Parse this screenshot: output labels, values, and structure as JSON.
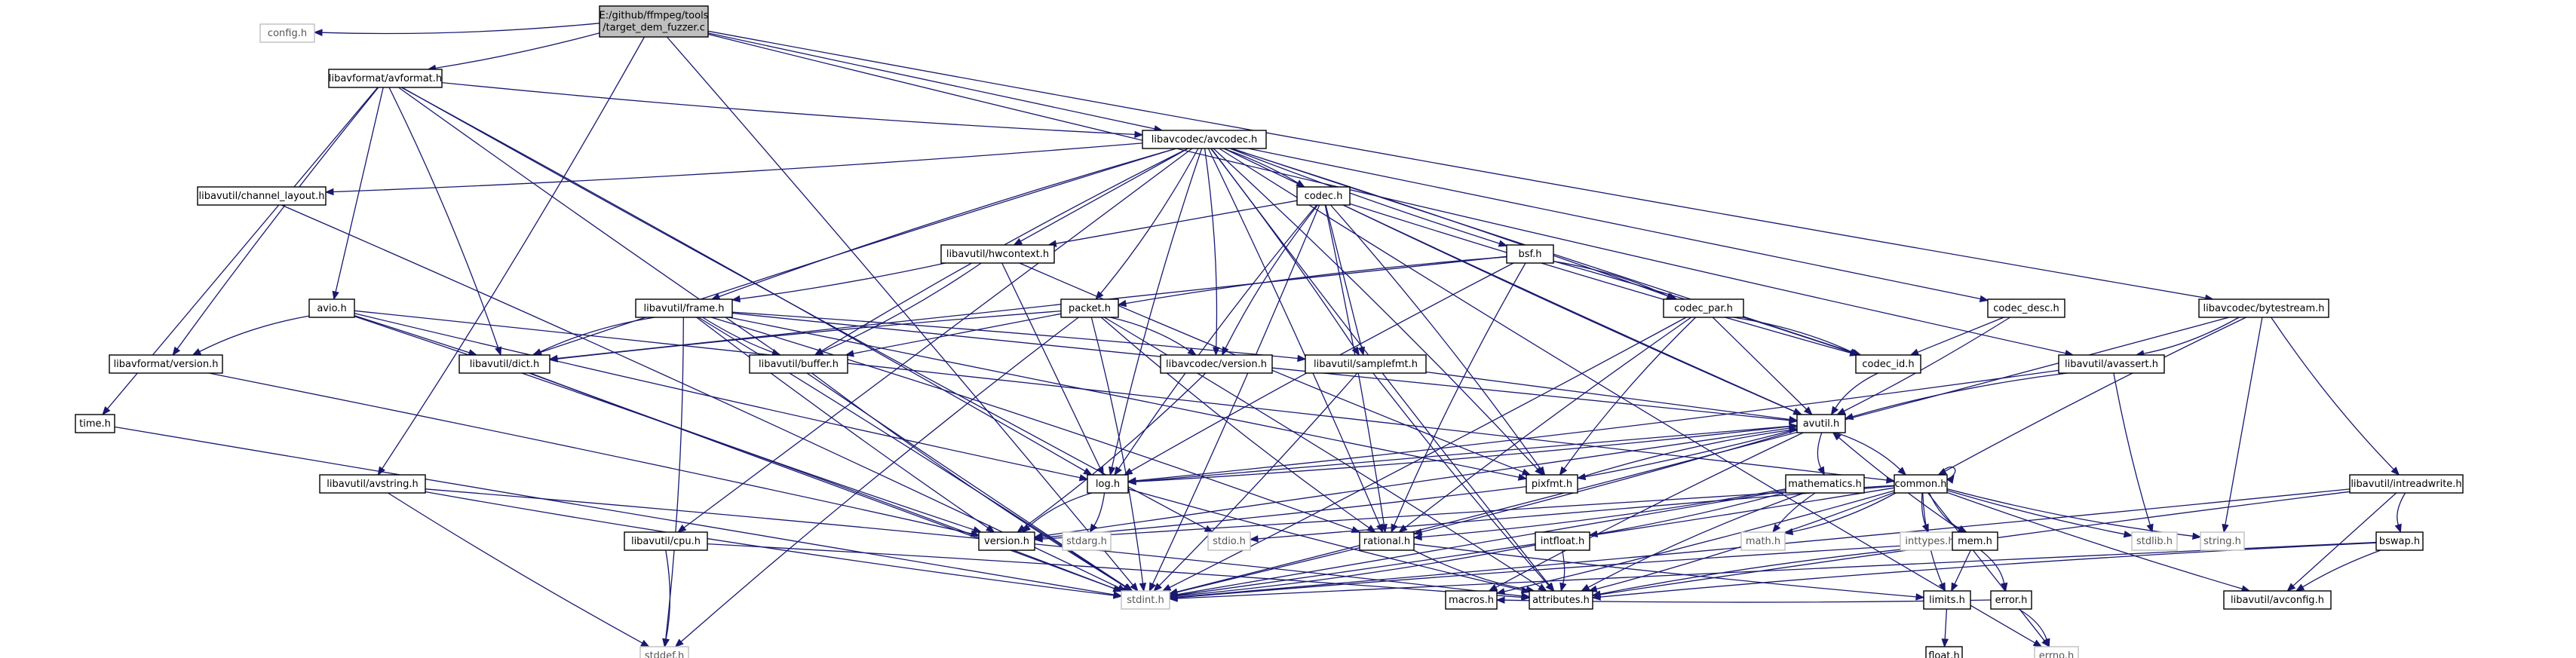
{
  "graph": {
    "colors": {
      "edge": "#191970",
      "node_border": "#000000",
      "external_border": "#bfbfbf",
      "root_fill": "#bfbfbf",
      "background": "#ffffff"
    },
    "nodes": [
      {
        "id": "root",
        "lines": [
          "E:/github/ffmpeg/tools",
          "/target_dem_fuzzer.c"
        ],
        "kind": "root"
      },
      {
        "id": "config",
        "lines": [
          "config.h"
        ],
        "kind": "external"
      },
      {
        "id": "avformat",
        "lines": [
          "libavformat/avformat.h"
        ],
        "kind": "linked"
      },
      {
        "id": "avcodec",
        "lines": [
          "libavcodec/avcodec.h"
        ],
        "kind": "linked"
      },
      {
        "id": "bytestream",
        "lines": [
          "libavcodec/bytestream.h"
        ],
        "kind": "linked"
      },
      {
        "id": "channel_layout",
        "lines": [
          "libavutil/channel_layout.h"
        ],
        "kind": "linked"
      },
      {
        "id": "codec",
        "lines": [
          "codec.h"
        ],
        "kind": "linked"
      },
      {
        "id": "hwcontext",
        "lines": [
          "libavutil/hwcontext.h"
        ],
        "kind": "linked"
      },
      {
        "id": "bsf",
        "lines": [
          "bsf.h"
        ],
        "kind": "linked"
      },
      {
        "id": "avio",
        "lines": [
          "avio.h"
        ],
        "kind": "linked"
      },
      {
        "id": "frame",
        "lines": [
          "libavutil/frame.h"
        ],
        "kind": "linked"
      },
      {
        "id": "packet",
        "lines": [
          "packet.h"
        ],
        "kind": "linked"
      },
      {
        "id": "codec_par",
        "lines": [
          "codec_par.h"
        ],
        "kind": "linked"
      },
      {
        "id": "codec_desc",
        "lines": [
          "codec_desc.h"
        ],
        "kind": "linked"
      },
      {
        "id": "avassert",
        "lines": [
          "libavutil/avassert.h"
        ],
        "kind": "linked"
      },
      {
        "id": "lavf_version",
        "lines": [
          "libavformat/version.h"
        ],
        "kind": "linked"
      },
      {
        "id": "dict",
        "lines": [
          "libavutil/dict.h"
        ],
        "kind": "linked"
      },
      {
        "id": "buffer",
        "lines": [
          "libavutil/buffer.h"
        ],
        "kind": "linked"
      },
      {
        "id": "lavc_version",
        "lines": [
          "libavcodec/version.h"
        ],
        "kind": "linked"
      },
      {
        "id": "samplefmt",
        "lines": [
          "libavutil/samplefmt.h"
        ],
        "kind": "linked"
      },
      {
        "id": "codec_id",
        "lines": [
          "codec_id.h"
        ],
        "kind": "linked"
      },
      {
        "id": "avutil",
        "lines": [
          "avutil.h"
        ],
        "kind": "linked"
      },
      {
        "id": "time",
        "lines": [
          "time.h"
        ],
        "kind": "linked"
      },
      {
        "id": "avstring",
        "lines": [
          "libavutil/avstring.h"
        ],
        "kind": "linked"
      },
      {
        "id": "log",
        "lines": [
          "log.h"
        ],
        "kind": "linked"
      },
      {
        "id": "pixfmt",
        "lines": [
          "pixfmt.h"
        ],
        "kind": "linked"
      },
      {
        "id": "mathematics",
        "lines": [
          "mathematics.h"
        ],
        "kind": "linked"
      },
      {
        "id": "common",
        "lines": [
          "common.h"
        ],
        "kind": "linked"
      },
      {
        "id": "intreadwrite",
        "lines": [
          "libavutil/intreadwrite.h"
        ],
        "kind": "linked"
      },
      {
        "id": "cpu",
        "lines": [
          "libavutil/cpu.h"
        ],
        "kind": "linked"
      },
      {
        "id": "version",
        "lines": [
          "version.h"
        ],
        "kind": "linked"
      },
      {
        "id": "stdarg",
        "lines": [
          "stdarg.h"
        ],
        "kind": "external"
      },
      {
        "id": "stdio",
        "lines": [
          "stdio.h"
        ],
        "kind": "external"
      },
      {
        "id": "rational",
        "lines": [
          "rational.h"
        ],
        "kind": "linked"
      },
      {
        "id": "intfloat",
        "lines": [
          "intfloat.h"
        ],
        "kind": "linked"
      },
      {
        "id": "math",
        "lines": [
          "math.h"
        ],
        "kind": "external"
      },
      {
        "id": "inttypes",
        "lines": [
          "inttypes.h"
        ],
        "kind": "external"
      },
      {
        "id": "mem",
        "lines": [
          "mem.h"
        ],
        "kind": "linked"
      },
      {
        "id": "stdlib",
        "lines": [
          "stdlib.h"
        ],
        "kind": "external"
      },
      {
        "id": "string",
        "lines": [
          "string.h"
        ],
        "kind": "external"
      },
      {
        "id": "bswap",
        "lines": [
          "bswap.h"
        ],
        "kind": "linked"
      },
      {
        "id": "stdint",
        "lines": [
          "stdint.h"
        ],
        "kind": "external"
      },
      {
        "id": "macros",
        "lines": [
          "macros.h"
        ],
        "kind": "linked"
      },
      {
        "id": "attributes",
        "lines": [
          "attributes.h"
        ],
        "kind": "linked"
      },
      {
        "id": "limits",
        "lines": [
          "limits.h"
        ],
        "kind": "linked"
      },
      {
        "id": "error",
        "lines": [
          "error.h"
        ],
        "kind": "linked"
      },
      {
        "id": "avconfig",
        "lines": [
          "libavutil/avconfig.h"
        ],
        "kind": "linked"
      },
      {
        "id": "float",
        "lines": [
          "float.h"
        ],
        "kind": "linked"
      },
      {
        "id": "errno",
        "lines": [
          "errno.h"
        ],
        "kind": "external"
      },
      {
        "id": "stddef",
        "lines": [
          "stddef.h"
        ],
        "kind": "external"
      }
    ],
    "edges": [
      [
        "root",
        "config"
      ],
      [
        "root",
        "avformat"
      ],
      [
        "root",
        "avcodec"
      ],
      [
        "root",
        "bytestream"
      ],
      [
        "root",
        "avassert"
      ],
      [
        "root",
        "avstring"
      ],
      [
        "root",
        "stdint"
      ],
      [
        "avformat",
        "time"
      ],
      [
        "avformat",
        "stdio"
      ],
      [
        "avformat",
        "avcodec"
      ],
      [
        "avformat",
        "dict"
      ],
      [
        "avformat",
        "log"
      ],
      [
        "avformat",
        "avio"
      ],
      [
        "avformat",
        "lavf_version"
      ],
      [
        "avformat",
        "stdint"
      ],
      [
        "avcodec",
        "channel_layout"
      ],
      [
        "avcodec",
        "codec"
      ],
      [
        "avcodec",
        "hwcontext"
      ],
      [
        "avcodec",
        "bsf"
      ],
      [
        "avcodec",
        "frame"
      ],
      [
        "avcodec",
        "packet"
      ],
      [
        "avcodec",
        "codec_par"
      ],
      [
        "avcodec",
        "codec_desc"
      ],
      [
        "avcodec",
        "dict"
      ],
      [
        "avcodec",
        "buffer"
      ],
      [
        "avcodec",
        "lavc_version"
      ],
      [
        "avcodec",
        "samplefmt"
      ],
      [
        "avcodec",
        "codec_id"
      ],
      [
        "avcodec",
        "avutil"
      ],
      [
        "avcodec",
        "log"
      ],
      [
        "avcodec",
        "pixfmt"
      ],
      [
        "avcodec",
        "rational"
      ],
      [
        "avcodec",
        "cpu"
      ],
      [
        "avcodec",
        "attributes"
      ],
      [
        "avcodec",
        "errno"
      ],
      [
        "channel_layout",
        "stdint"
      ],
      [
        "codec",
        "stdint"
      ],
      [
        "codec",
        "hwcontext"
      ],
      [
        "codec",
        "avutil"
      ],
      [
        "codec",
        "log"
      ],
      [
        "codec",
        "pixfmt"
      ],
      [
        "codec",
        "rational"
      ],
      [
        "codec",
        "samplefmt"
      ],
      [
        "codec",
        "codec_id"
      ],
      [
        "codec",
        "lavc_version"
      ],
      [
        "hwcontext",
        "buffer"
      ],
      [
        "hwcontext",
        "frame"
      ],
      [
        "hwcontext",
        "log"
      ],
      [
        "hwcontext",
        "pixfmt"
      ],
      [
        "bsf",
        "packet"
      ],
      [
        "bsf",
        "codec_par"
      ],
      [
        "bsf",
        "codec_id"
      ],
      [
        "bsf",
        "dict"
      ],
      [
        "bsf",
        "log"
      ],
      [
        "bsf",
        "rational"
      ],
      [
        "avio",
        "stdint"
      ],
      [
        "avio",
        "common"
      ],
      [
        "avio",
        "dict"
      ],
      [
        "avio",
        "log"
      ],
      [
        "avio",
        "lavf_version"
      ],
      [
        "frame",
        "stddef"
      ],
      [
        "frame",
        "stdint"
      ],
      [
        "frame",
        "avutil"
      ],
      [
        "frame",
        "buffer"
      ],
      [
        "frame",
        "dict"
      ],
      [
        "frame",
        "rational"
      ],
      [
        "frame",
        "samplefmt"
      ],
      [
        "frame",
        "pixfmt"
      ],
      [
        "frame",
        "version"
      ],
      [
        "packet",
        "stddef"
      ],
      [
        "packet",
        "stdint"
      ],
      [
        "packet",
        "attributes"
      ],
      [
        "packet",
        "buffer"
      ],
      [
        "packet",
        "dict"
      ],
      [
        "packet",
        "rational"
      ],
      [
        "packet",
        "lavc_version"
      ],
      [
        "codec_par",
        "stdint"
      ],
      [
        "codec_par",
        "avutil"
      ],
      [
        "codec_par",
        "rational"
      ],
      [
        "codec_par",
        "pixfmt"
      ],
      [
        "codec_par",
        "codec_id"
      ],
      [
        "codec_desc",
        "avutil"
      ],
      [
        "codec_desc",
        "codec_id"
      ],
      [
        "avassert",
        "stdlib"
      ],
      [
        "avassert",
        "avutil"
      ],
      [
        "avassert",
        "log"
      ],
      [
        "lavf_version",
        "version"
      ],
      [
        "dict",
        "stdint"
      ],
      [
        "dict",
        "version"
      ],
      [
        "buffer",
        "stdint"
      ],
      [
        "lavc_version",
        "version"
      ],
      [
        "samplefmt",
        "stdint"
      ],
      [
        "samplefmt",
        "avutil"
      ],
      [
        "samplefmt",
        "attributes"
      ],
      [
        "codec_id",
        "avutil"
      ],
      [
        "avutil",
        "common"
      ],
      [
        "avutil",
        "rational"
      ],
      [
        "avutil",
        "version"
      ],
      [
        "avutil",
        "macros"
      ],
      [
        "avutil",
        "mathematics"
      ],
      [
        "avutil",
        "log"
      ],
      [
        "avutil",
        "pixfmt"
      ],
      [
        "time",
        "stdint"
      ],
      [
        "avstring",
        "stddef"
      ],
      [
        "avstring",
        "stdint"
      ],
      [
        "avstring",
        "attributes"
      ],
      [
        "log",
        "stdarg"
      ],
      [
        "log",
        "avutil"
      ],
      [
        "log",
        "attributes"
      ],
      [
        "log",
        "version"
      ],
      [
        "pixfmt",
        "avutil"
      ],
      [
        "pixfmt",
        "version"
      ],
      [
        "mathematics",
        "stdint"
      ],
      [
        "mathematics",
        "math"
      ],
      [
        "mathematics",
        "attributes"
      ],
      [
        "mathematics",
        "rational"
      ],
      [
        "mathematics",
        "intfloat"
      ],
      [
        "common",
        "errno"
      ],
      [
        "common",
        "inttypes"
      ],
      [
        "common",
        "limits"
      ],
      [
        "common",
        "math"
      ],
      [
        "common",
        "stdint"
      ],
      [
        "common",
        "stdio"
      ],
      [
        "common",
        "stdlib"
      ],
      [
        "common",
        "string"
      ],
      [
        "common",
        "attributes"
      ],
      [
        "common",
        "macros"
      ],
      [
        "common",
        "version"
      ],
      [
        "common",
        "avconfig"
      ],
      [
        "common",
        "mem"
      ],
      [
        "common",
        "common"
      ],
      [
        "bytestream",
        "stdint"
      ],
      [
        "bytestream",
        "string"
      ],
      [
        "bytestream",
        "common"
      ],
      [
        "bytestream",
        "intreadwrite"
      ],
      [
        "bytestream",
        "avassert"
      ],
      [
        "intreadwrite",
        "stdint"
      ],
      [
        "intreadwrite",
        "avconfig"
      ],
      [
        "intreadwrite",
        "attributes"
      ],
      [
        "intreadwrite",
        "bswap"
      ],
      [
        "cpu",
        "stddef"
      ],
      [
        "cpu",
        "attributes"
      ],
      [
        "rational",
        "stdint"
      ],
      [
        "rational",
        "limits"
      ],
      [
        "rational",
        "attributes"
      ],
      [
        "intfloat",
        "stdint"
      ],
      [
        "intfloat",
        "attributes"
      ],
      [
        "mem",
        "limits"
      ],
      [
        "mem",
        "stdint"
      ],
      [
        "mem",
        "attributes"
      ],
      [
        "mem",
        "error"
      ],
      [
        "mem",
        "avutil"
      ],
      [
        "bswap",
        "stdint"
      ],
      [
        "bswap",
        "avconfig"
      ],
      [
        "bswap",
        "attributes"
      ],
      [
        "error",
        "errno"
      ],
      [
        "error",
        "macros"
      ],
      [
        "limits",
        "float"
      ]
    ]
  }
}
